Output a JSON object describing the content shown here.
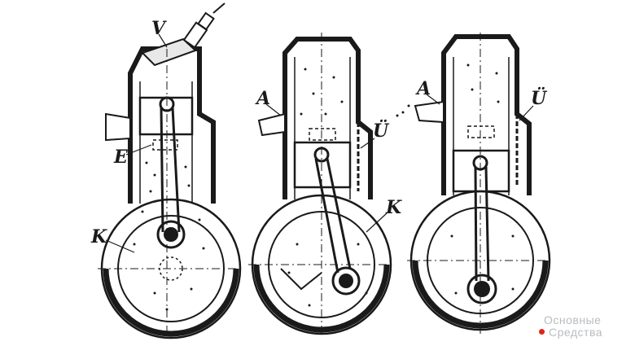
{
  "labels": {
    "v": "V",
    "e": "E",
    "k1": "K",
    "a2": "A",
    "u2": "Ü",
    "k2": "K",
    "a3": "A",
    "u3": "Ü"
  },
  "watermark": {
    "line1": "Основные",
    "line2": "Средства"
  },
  "colors": {
    "ink": "#1a1a1a",
    "watermark": "#b9bcc0",
    "watermark_dot": "#e2231a"
  }
}
